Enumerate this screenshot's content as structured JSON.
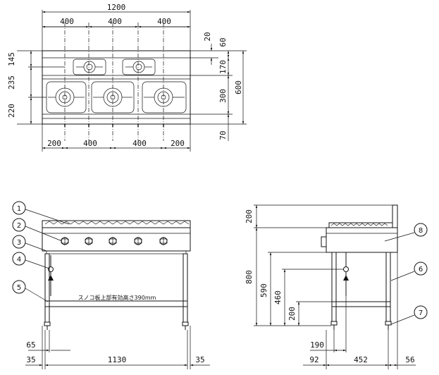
{
  "top_view": {
    "overall_width": "1200",
    "burner_spacing_top": [
      "400",
      "400",
      "400"
    ],
    "right_dims": [
      "20",
      "60",
      "170",
      "300",
      "70"
    ],
    "depth_total": "600",
    "left_dims": [
      "145",
      "235",
      "220"
    ],
    "bottom_dims": [
      "200",
      "400",
      "400",
      "200"
    ]
  },
  "front_view": {
    "callouts": [
      "1",
      "2",
      "3",
      "4",
      "5"
    ],
    "shelf_note": "スノコ板上部有効高さ390mm",
    "bottom_dims": {
      "left_inset_a": "65",
      "left_inset_b": "35",
      "span": "1130",
      "right_inset": "35"
    }
  },
  "side_view": {
    "callouts": [
      "8",
      "6",
      "7"
    ],
    "top_height": "200",
    "heights": [
      "800",
      "590",
      "460",
      "200"
    ],
    "bottom_dims": {
      "gas_offset": "190",
      "left": "92",
      "span": "452",
      "right": "56"
    }
  },
  "colors": {
    "line": "#111111",
    "background": "#ffffff"
  }
}
